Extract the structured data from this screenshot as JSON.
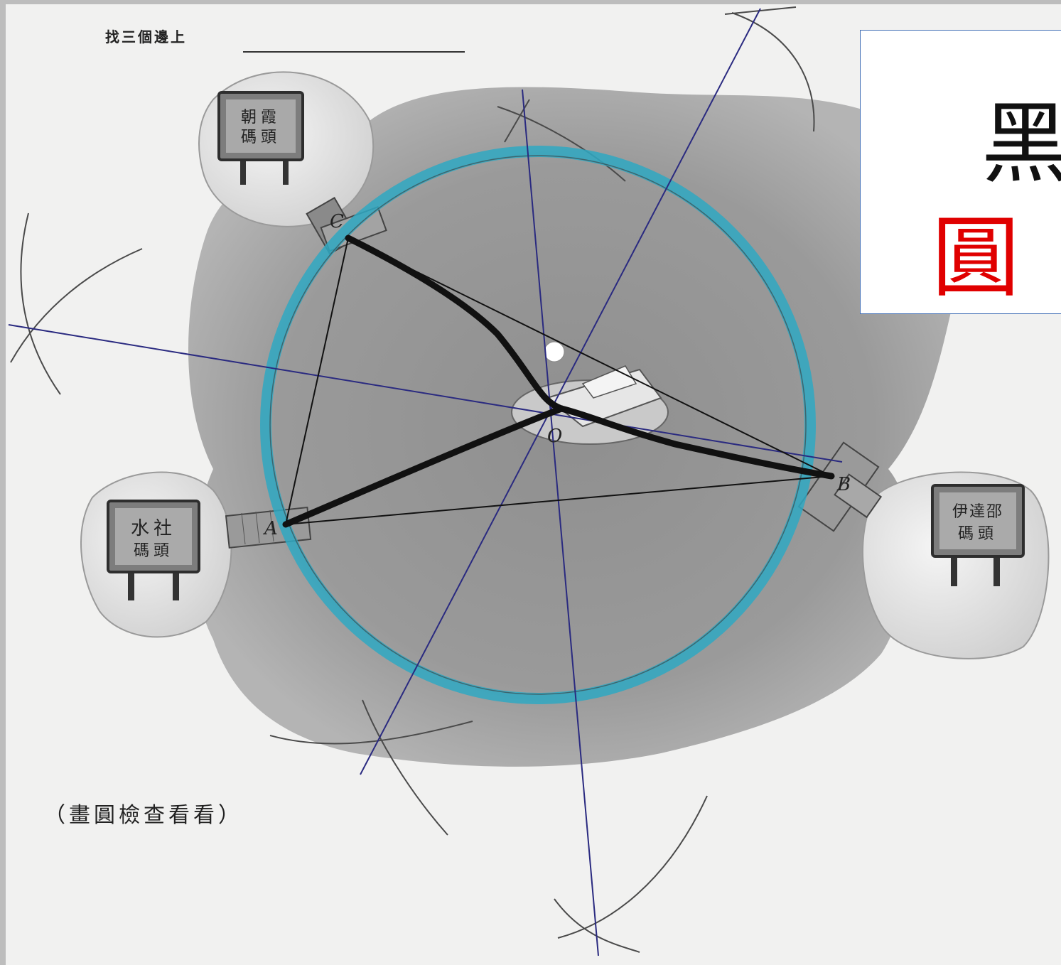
{
  "worksheet": {
    "prompt": "找三個邊上",
    "note": "（畫圓檢查看看）"
  },
  "piers": {
    "top_left": {
      "line1": "朝霞",
      "line2": "碼頭"
    },
    "left": {
      "line1": "水社",
      "line2": "碼頭"
    },
    "right": {
      "line1": "伊達邵",
      "line2": "碼頭"
    }
  },
  "points": {
    "A": "A",
    "B": "B",
    "C": "C",
    "O": "O"
  },
  "callout": {
    "line1": "黑",
    "line2": "圓"
  },
  "colors": {
    "circle": "#2fa8c2",
    "bisector": "#2a2a80",
    "radius": "#111111",
    "callout_red": "#e00000",
    "callout_border": "#3f6db5"
  }
}
